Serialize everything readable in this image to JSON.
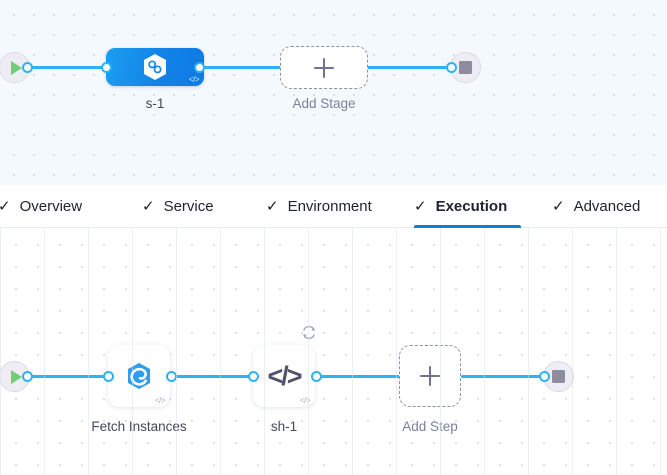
{
  "stage_canvas": {
    "start_node": {
      "icon": "play-icon",
      "name": "pipeline-start"
    },
    "end_node": {
      "icon": "stop-icon",
      "name": "pipeline-end"
    },
    "stage": {
      "label": "s-1",
      "icon": "service-hexagon-icon",
      "corner_icon": "code-icon",
      "corner_glyph": "</>"
    },
    "add_stage": {
      "label": "Add Stage",
      "icon": "plus-icon"
    }
  },
  "tabs": [
    {
      "label": "Overview",
      "check": "✓",
      "active": false
    },
    {
      "label": "Service",
      "check": "✓",
      "active": false
    },
    {
      "label": "Environment",
      "check": "✓",
      "active": false
    },
    {
      "label": "Execution",
      "check": "✓",
      "active": true
    },
    {
      "label": "Advanced",
      "check": "✓",
      "active": false
    }
  ],
  "step_canvas": {
    "start_node": {
      "icon": "play-icon",
      "name": "execution-start"
    },
    "end_node": {
      "icon": "stop-icon",
      "name": "execution-end"
    },
    "steps": [
      {
        "label": "Fetch Instances",
        "icon": "fetch-instances-hexagon-icon",
        "corner_glyph": "</>",
        "has_retry": false
      },
      {
        "label": "sh-1",
        "icon": "shell-script-icon",
        "glyph": "</>",
        "corner_glyph": "</>",
        "has_retry": true,
        "retry_icon": "retry-loop-icon"
      }
    ],
    "add_step": {
      "label": "Add Step",
      "icon": "plus-icon"
    }
  },
  "colors": {
    "accent_blue": "#2cb3f3",
    "stage_blue": "#1282e8",
    "tab_active": "#0b7fdb",
    "start_green": "#6fcf79",
    "stop_grey": "#8e8da0"
  }
}
